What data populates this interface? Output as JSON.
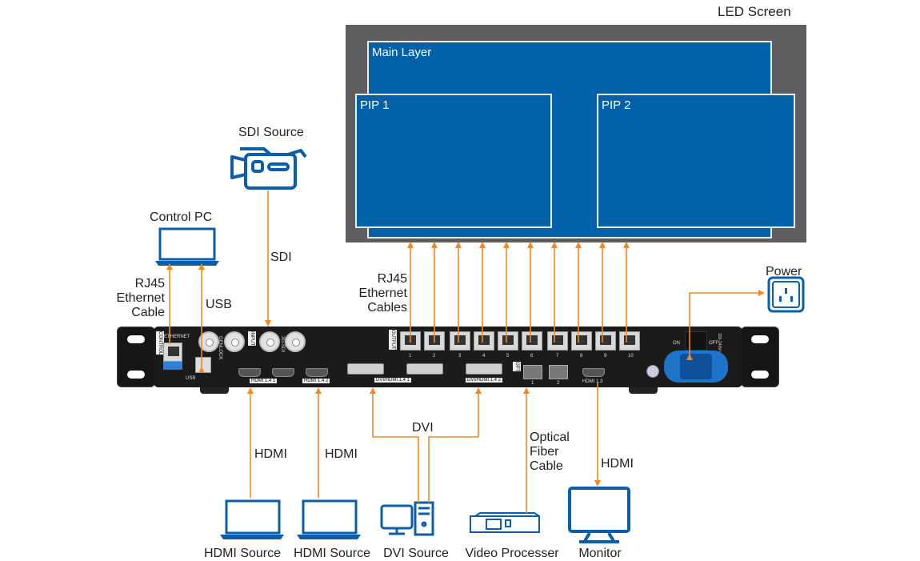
{
  "diagram": {
    "led_screen": {
      "title": "LED Screen",
      "layers": [
        {
          "name": "Main Layer"
        },
        {
          "name": "PIP 1"
        },
        {
          "name": "PIP 2"
        }
      ]
    },
    "sources_top": {
      "sdi_source": "SDI Source",
      "control_pc": "Control PC"
    },
    "cable_labels": {
      "sdi": "SDI",
      "rj45_ethernet_cable": [
        "RJ45",
        "Ethernet",
        "Cable"
      ],
      "usb": "USB",
      "rj45_ethernet_cables": [
        "RJ45",
        "Ethernet",
        "Cables"
      ],
      "power": "Power",
      "hdmi_1": "HDMI",
      "hdmi_2": "HDMI",
      "dvi": "DVI",
      "optical_fiber_cable": [
        "Optical",
        "Fiber",
        "Cable"
      ],
      "hdmi_out": "HDMI"
    },
    "sources_bottom": [
      {
        "name": "HDMI Source",
        "icon": "laptop-icon"
      },
      {
        "name": "HDMI Source",
        "icon": "laptop-icon"
      },
      {
        "name": "DVI Source",
        "icon": "desktop-pc-icon"
      },
      {
        "name": "Video Processer",
        "icon": "video-processor-icon"
      },
      {
        "name": "Monitor",
        "icon": "monitor-icon"
      }
    ],
    "device_panel": {
      "control_label": "CONTROL",
      "ethernet_label": "ETHERNET",
      "usb_label": "USB",
      "genlock_label": "GENLOCK",
      "input_label": "INPUT",
      "sdi_label": "3G-SDI",
      "in_label": "IN",
      "loop_label": "LOOP",
      "hdmi_1": "HDMI 1.4 1",
      "hdmi_2": "HDMI 1.4 2",
      "dvi_1": "DVI/HDMI 1.4 1",
      "dvi_2": "DVI/HDMI 1.4 2",
      "output_label": "OUTPUT",
      "output_ports": [
        "1",
        "2",
        "3",
        "4",
        "5",
        "6",
        "7",
        "8",
        "9",
        "10"
      ],
      "opt_label": "OPT",
      "opt_ports": [
        "1",
        "2"
      ],
      "hdmi_out_label": "HDMI 1.3",
      "on_label": "ON",
      "off_label": "OFF",
      "power_rating": "100-240V~ 1.5A 50/60Hz"
    },
    "colors": {
      "arrow": "#f08a24",
      "icon_blue": "#0d5ea8",
      "layer_blue": "#0060a8",
      "screen_gray": "#5e5e60",
      "device_black": "#1b1b1b"
    }
  }
}
